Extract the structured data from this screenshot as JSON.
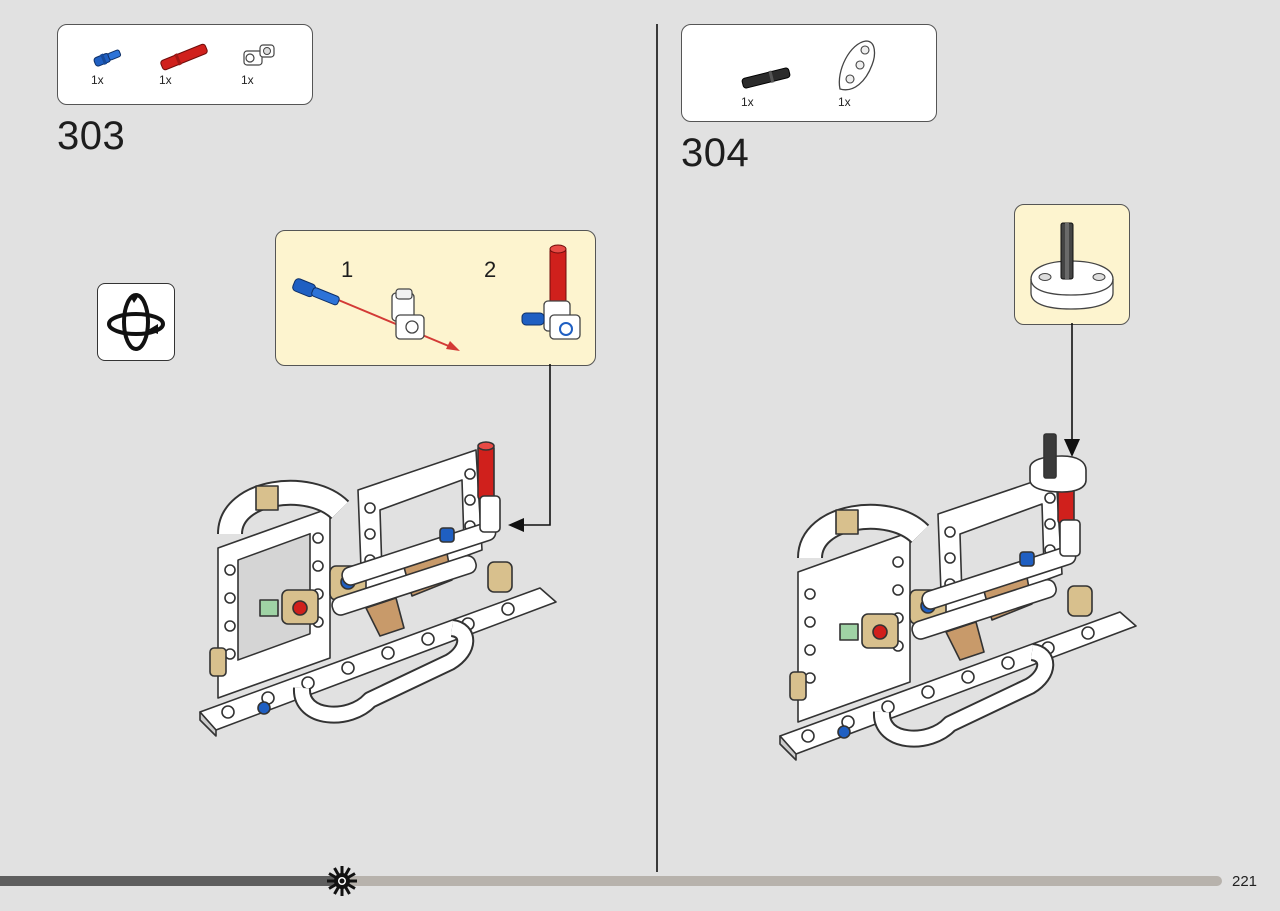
{
  "pages": [
    {
      "step": "303",
      "parts": [
        {
          "qty": "1x",
          "icon": "blue-axle-pin-icon",
          "color": "#1f5fc2"
        },
        {
          "qty": "1x",
          "icon": "red-axle-icon",
          "color": "#d0201c"
        },
        {
          "qty": "1x",
          "icon": "white-connector-icon",
          "color": "#ffffff"
        }
      ],
      "substeps": [
        "1",
        "2"
      ],
      "rotate_icon": "rotate-model-icon"
    },
    {
      "step": "304",
      "parts": [
        {
          "qty": "1x",
          "icon": "black-axle-icon",
          "color": "#2b2b2b"
        },
        {
          "qty": "1x",
          "icon": "white-liftarm-icon",
          "color": "#ffffff"
        }
      ]
    }
  ],
  "footer": {
    "page_number": "221",
    "progress": 0.28,
    "progress_icon": "gear-sun-icon"
  },
  "colors": {
    "background": "#e1e1e1",
    "callout": "#fdf4cf",
    "blue": "#1f5fc2",
    "red": "#d0201c",
    "tan": "#d8c08d",
    "medium_tan": "#c89a6a"
  }
}
